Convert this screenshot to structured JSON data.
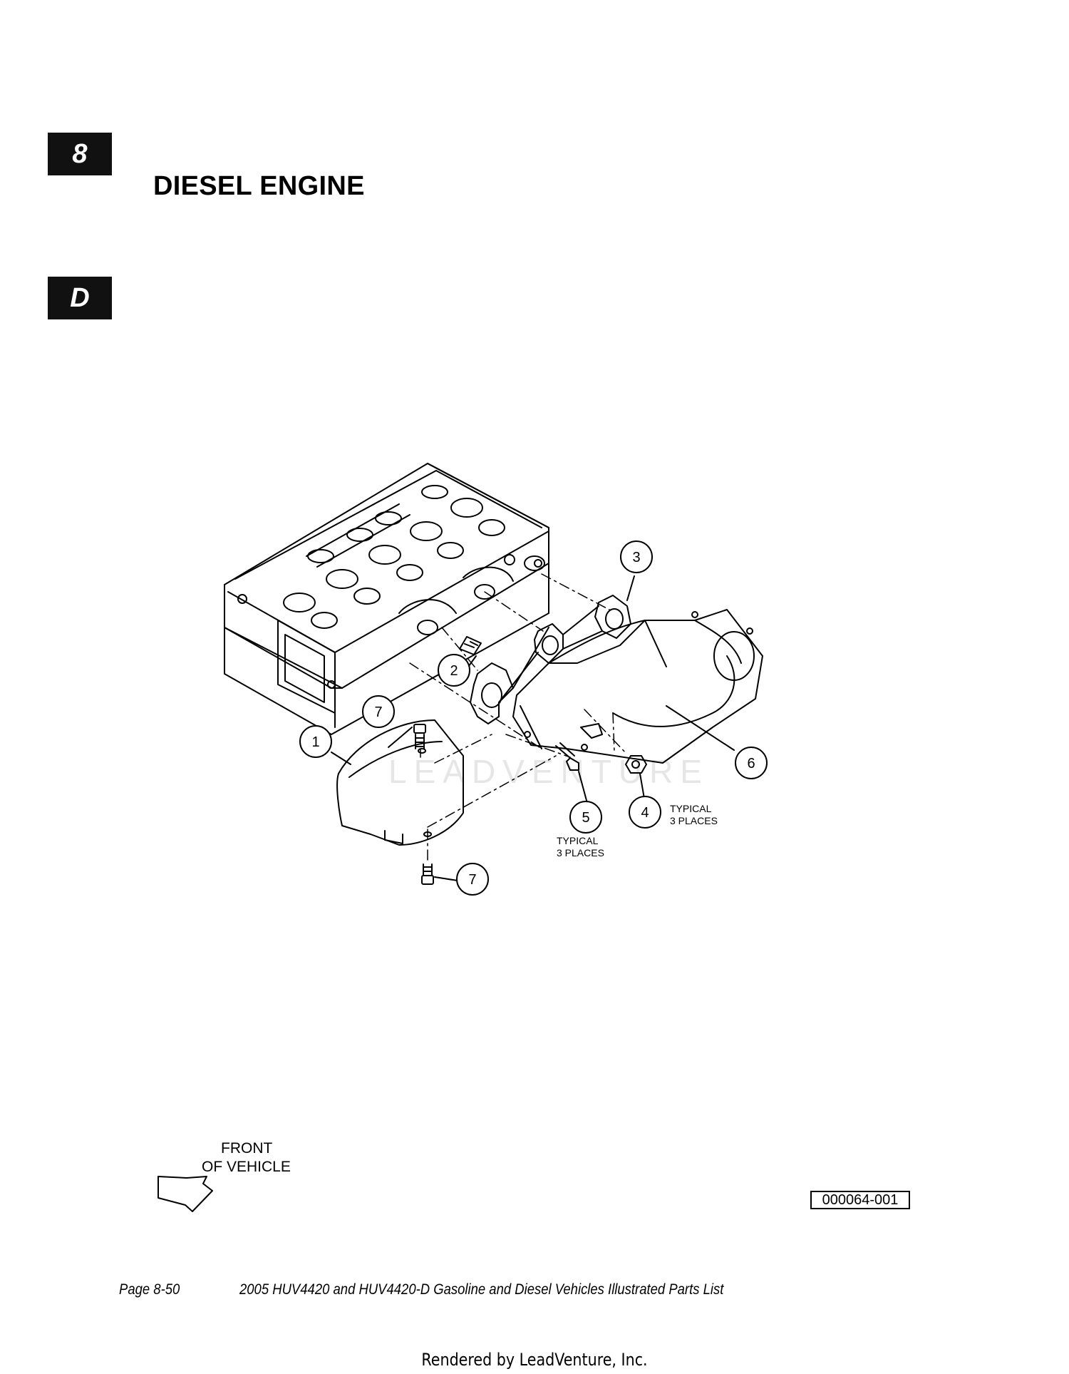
{
  "section_tab": "8",
  "letter_tab": "D",
  "page_title": "DIESEL ENGINE",
  "callouts": [
    "1",
    "2",
    "3",
    "4",
    "5",
    "6",
    "7",
    "7"
  ],
  "typical_note_line1": "TYPICAL",
  "typical_note_line2": "3  PLACES",
  "front_label_line1": "FRONT",
  "front_label_line2": "OF VEHICLE",
  "figure_id": "000064-001",
  "footer": {
    "page": "Page 8-50",
    "title": "2005 HUV4420 and HUV4420-D Gasoline and Diesel Vehicles Illustrated Parts List"
  },
  "watermark": "LEADVENTURE",
  "rendered_by": "Rendered by LeadVenture, Inc."
}
